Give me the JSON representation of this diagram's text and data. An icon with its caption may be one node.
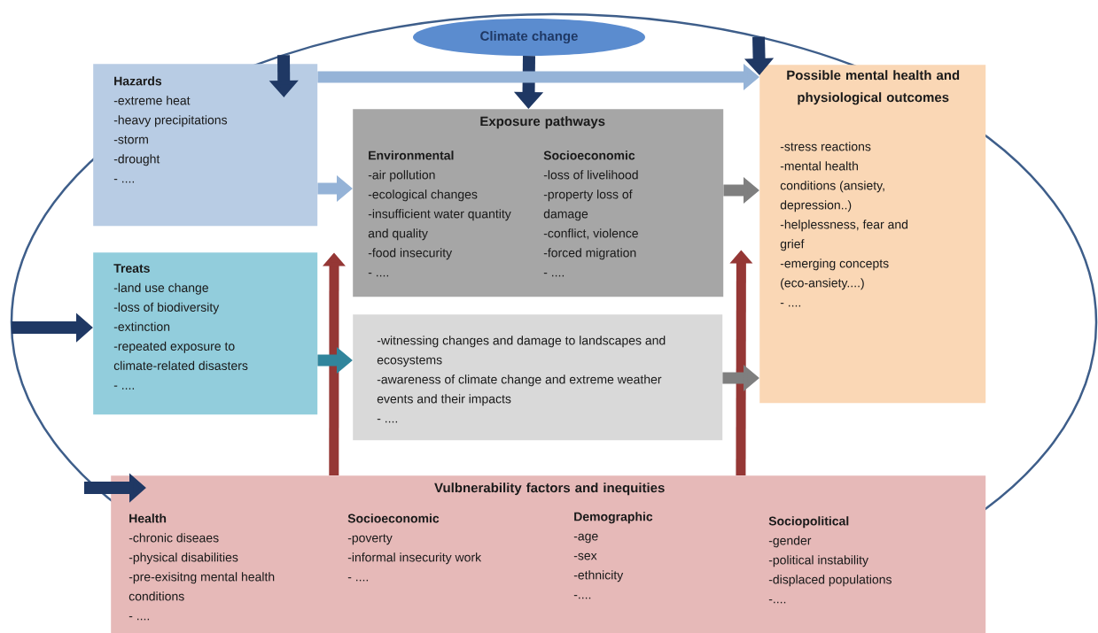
{
  "diagram": {
    "nodes": [
      {
        "text": [
          "Climate change"
        ]
      },
      {
        "text": [
          "Hazards",
          "-extreme heat",
          "-heavy precipitations",
          "-storm",
          "-drought",
          "- ...."
        ]
      },
      {
        "text": [
          "Exposure pathways",
          "Environmental",
          "-air pollution",
          "-ecological changes",
          "-insufficient water quantity and quality",
          "-food insecurity",
          "- ....",
          "Socioeconomic",
          "-loss of livelihood",
          "-property loss of damage",
          "-conflict, violence",
          "-forced migration",
          "- ...."
        ]
      },
      {
        "text": [
          "-witnessing changes and damage to landscapes and ecosystems",
          "-awareness of climate change and extreme weather events and their impacts",
          "- ...."
        ]
      },
      {
        "text": [
          "Treats",
          "-land use change",
          "-loss of biodiversity",
          "-extinction",
          "-repeated exposure to climate-related disasters",
          "- ...."
        ]
      },
      {
        "text": [
          "Possible mental health and physiological outcomes",
          "-stress reactions",
          "-mental health conditions (ansiety, depression..)",
          "-helplessness, fear and grief",
          "-emerging concepts (eco-ansiety....)",
          "- ...."
        ]
      },
      {
        "text": [
          "Vulbnerability factors and inequities",
          "Health",
          "-chronic diseaes",
          "-physical disabilities",
          "-pre-exisitng mental health conditions",
          "- ....",
          "Socioeconomic",
          "-poverty",
          "-informal insecurity work",
          "- ....",
          "Demographic",
          "-age",
          "-sex",
          "-ethnicity",
          "-....",
          "Sociopolitical",
          "-gender",
          "-political instability",
          "-displaced populations",
          "-...."
        ]
      }
    ],
    "edges": [
      {
        "from": null,
        "to": 1,
        "arrow": "to",
        "color": "#1f3864"
      },
      {
        "from": 0,
        "to": 2,
        "arrow": "to",
        "color": "#1f3864"
      },
      {
        "from": null,
        "to": 5,
        "arrow": "to",
        "color": "#1f3864"
      },
      {
        "from": 1,
        "to": 5,
        "arrow": "to",
        "color": "#95b3d7"
      },
      {
        "from": 1,
        "to": 2,
        "arrow": "to",
        "color": "#95b3d7"
      },
      {
        "from": null,
        "to": 4,
        "arrow": "to",
        "color": "#1f3864"
      },
      {
        "from": 2,
        "to": 5,
        "arrow": "to",
        "color": "#7f7f7f"
      },
      {
        "from": 4,
        "to": 3,
        "arrow": "to",
        "color": "#31859c"
      },
      {
        "from": 3,
        "to": 5,
        "arrow": "to",
        "color": "#7f7f7f"
      },
      {
        "from": null,
        "to": 6,
        "arrow": "to",
        "color": "#1f3864"
      },
      {
        "from": 6,
        "to": 2,
        "arrow": "to",
        "color": "#953735"
      },
      {
        "from": 6,
        "to": 2,
        "arrow": "to",
        "color": "#953735"
      }
    ]
  }
}
